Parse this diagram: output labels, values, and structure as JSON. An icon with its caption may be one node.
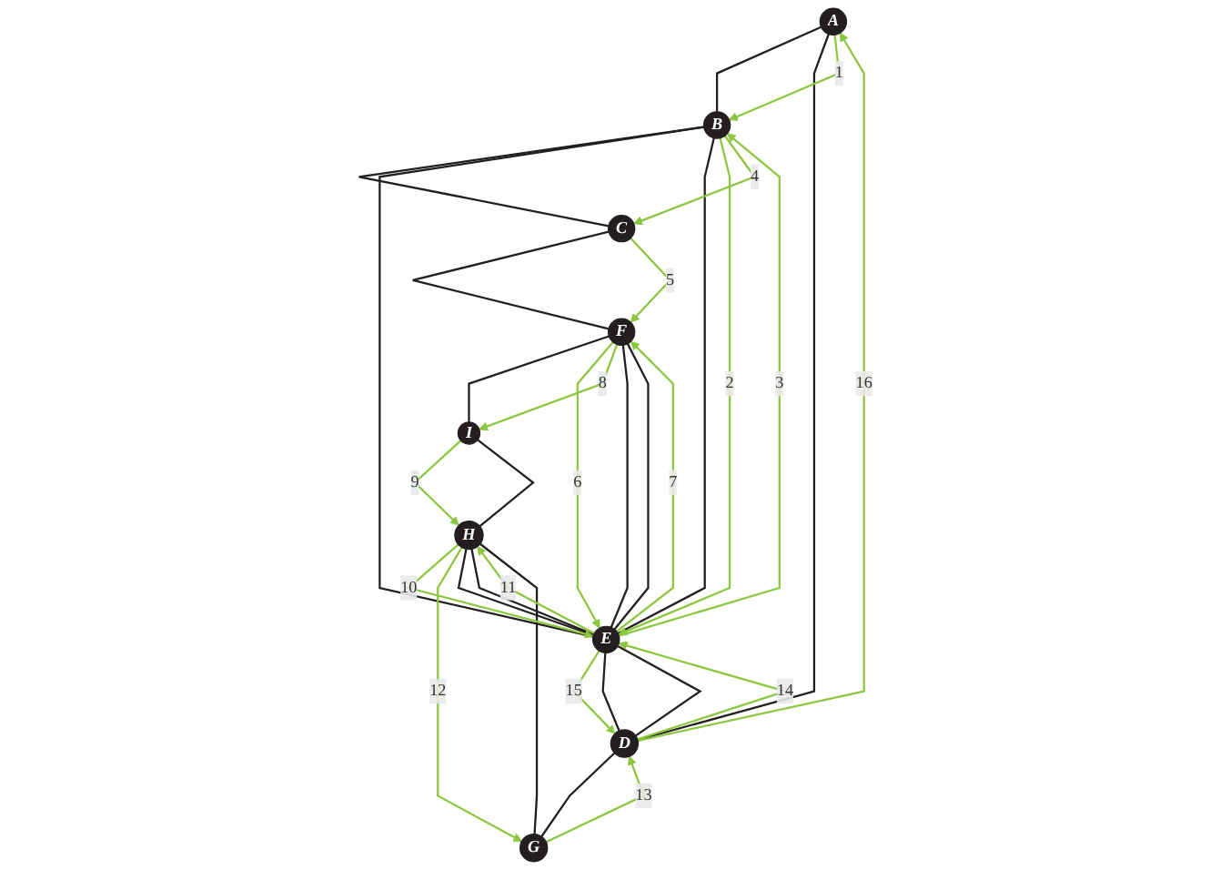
{
  "diagram": {
    "nodes": [
      {
        "text": [
          "A"
        ]
      },
      {
        "text": [
          "B"
        ]
      },
      {
        "text": [
          "C"
        ]
      },
      {
        "text": [
          "D"
        ]
      },
      {
        "text": [
          "E"
        ]
      },
      {
        "text": [
          "F"
        ]
      },
      {
        "text": [
          "G"
        ]
      },
      {
        "text": [
          "H"
        ]
      },
      {
        "text": [
          "I"
        ]
      }
    ],
    "edges": [
      {
        "from": 0,
        "to": 1,
        "arrow": "none"
      },
      {
        "from": 1,
        "to": 2,
        "arrow": "none"
      },
      {
        "from": 0,
        "to": 3,
        "arrow": "none"
      },
      {
        "from": 2,
        "to": 5,
        "arrow": "none"
      },
      {
        "from": 1,
        "to": 4,
        "arrow": "none"
      },
      {
        "from": 1,
        "to": 4,
        "arrow": "none"
      },
      {
        "from": 3,
        "to": 4,
        "arrow": "none"
      },
      {
        "from": 3,
        "to": 4,
        "arrow": "none"
      },
      {
        "from": 4,
        "to": 5,
        "arrow": "none"
      },
      {
        "from": 4,
        "to": 5,
        "arrow": "none"
      },
      {
        "from": 4,
        "to": 7,
        "arrow": "none"
      },
      {
        "from": 4,
        "to": 7,
        "arrow": "none"
      },
      {
        "from": 3,
        "to": 6,
        "arrow": "none"
      },
      {
        "from": 5,
        "to": 8,
        "arrow": "none"
      },
      {
        "from": 6,
        "to": 7,
        "arrow": "none"
      },
      {
        "from": 7,
        "to": 8,
        "arrow": "none"
      },
      {
        "from": 0,
        "to": 1,
        "arrow": "to",
        "label": "1",
        "color": "#8dc63f"
      },
      {
        "from": 1,
        "to": 4,
        "arrow": "to",
        "label": "2",
        "color": "#8dc63f"
      },
      {
        "from": 4,
        "to": 1,
        "arrow": "to",
        "label": "3",
        "color": "#8dc63f"
      },
      {
        "from": 1,
        "to": 2,
        "arrow": "to",
        "label": "4",
        "color": "#8dc63f"
      },
      {
        "from": 2,
        "to": 5,
        "arrow": "to",
        "label": "5",
        "color": "#8dc63f"
      },
      {
        "from": 5,
        "to": 4,
        "arrow": "to",
        "label": "6",
        "color": "#8dc63f"
      },
      {
        "from": 4,
        "to": 5,
        "arrow": "to",
        "label": "7",
        "color": "#8dc63f"
      },
      {
        "from": 5,
        "to": 8,
        "arrow": "to",
        "label": "8",
        "color": "#8dc63f"
      },
      {
        "from": 8,
        "to": 7,
        "arrow": "to",
        "label": "9",
        "color": "#8dc63f"
      },
      {
        "from": 7,
        "to": 4,
        "arrow": "to",
        "label": "10",
        "color": "#8dc63f"
      },
      {
        "from": 4,
        "to": 7,
        "arrow": "to",
        "label": "11",
        "color": "#8dc63f"
      },
      {
        "from": 7,
        "to": 6,
        "arrow": "to",
        "label": "12",
        "color": "#8dc63f"
      },
      {
        "from": 6,
        "to": 3,
        "arrow": "to",
        "label": "13",
        "color": "#8dc63f"
      },
      {
        "from": 3,
        "to": 4,
        "arrow": "to",
        "label": "14",
        "color": "#8dc63f"
      },
      {
        "from": 4,
        "to": 3,
        "arrow": "to",
        "label": "15",
        "color": "#8dc63f"
      },
      {
        "from": 3,
        "to": 0,
        "arrow": "to",
        "label": "16",
        "color": "#8dc63f"
      }
    ]
  }
}
